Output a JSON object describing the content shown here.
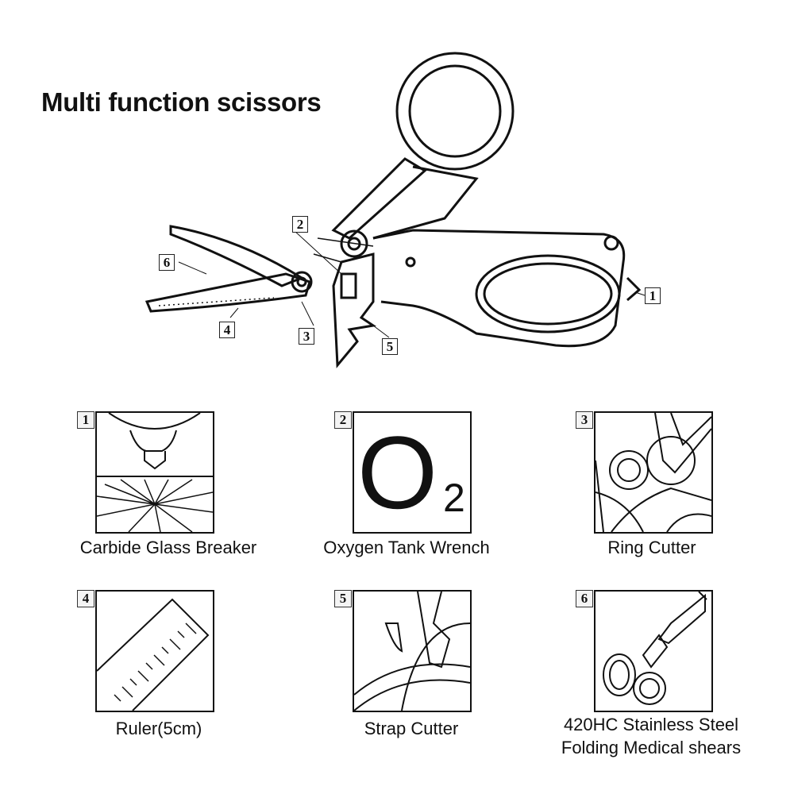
{
  "title": "Multi function scissors",
  "callouts": [
    "1",
    "2",
    "3",
    "4",
    "5",
    "6"
  ],
  "features": [
    {
      "number": "1",
      "caption": "Carbide Glass Breaker"
    },
    {
      "number": "2",
      "caption": "Oxygen Tank Wrench",
      "symbol": "O",
      "subscript": "2"
    },
    {
      "number": "3",
      "caption": "Ring Cutter"
    },
    {
      "number": "4",
      "caption": "Ruler(5cm)"
    },
    {
      "number": "5",
      "caption": "Strap Cutter"
    },
    {
      "number": "6",
      "caption_line1": "420HC Stainless Steel",
      "caption_line2": "Folding Medical shears"
    }
  ]
}
